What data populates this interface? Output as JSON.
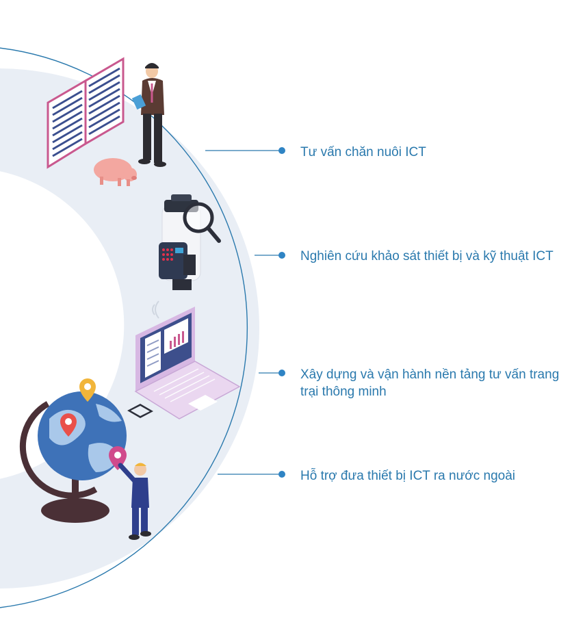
{
  "services": [
    {
      "label": "Tư vấn chăn nuôi ICT",
      "icon": "book-farmer-pig-icon"
    },
    {
      "label": "Nghiên cứu khảo sát thiết bị và kỹ thuật ICT",
      "icon": "sensor-device-magnifier-icon"
    },
    {
      "label": "Xây dựng và vận hành nền tảng tư vấn trang trại thông minh",
      "icon": "laptop-dashboard-icon"
    },
    {
      "label": "Hỗ trợ đưa thiết bị ICT ra nước ngoài",
      "icon": "globe-location-icon"
    }
  ],
  "colors": {
    "ring": "#e9eef5",
    "arc": "#2a79ad",
    "dot": "#2f84c4",
    "text": "#2a79ad",
    "accent_pink": "#d04a8c",
    "accent_purple": "#7b4fa3",
    "accent_orange": "#f07f4f"
  }
}
